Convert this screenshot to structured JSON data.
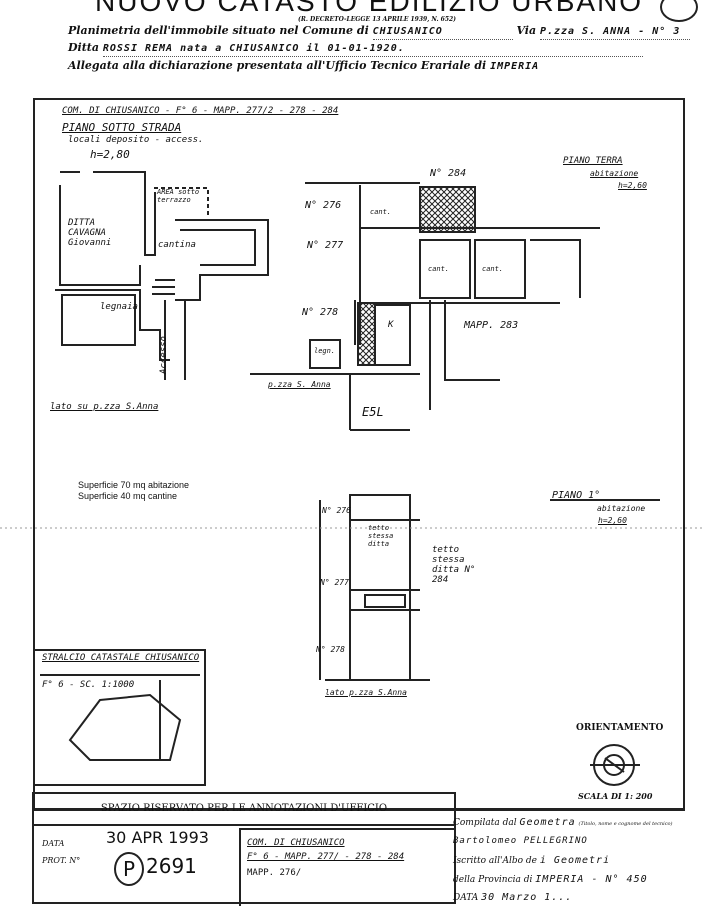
{
  "header": {
    "title": "NUOVO CATASTO EDILIZIO URBANO",
    "decree": "(R. DECRETO-LEGGE 13 APRILE 1939, N. 652)",
    "comune_label": "Planimetria dell'immobile situato nel Comune di",
    "comune_value": "CHIUSANICO",
    "via_label": "Via",
    "via_value": "P.zza S. ANNA - N° 3",
    "ditta_label": "Ditta",
    "ditta_value": "ROSSI REMA nata a CHIUSANICO il 01-01-1920.",
    "allegata_label": "Allegata alla dichiarazione presentata all'Ufficio Tecnico Erariale di",
    "allegata_value": "IMPERIA"
  },
  "plan": {
    "ref": "COM. DI CHIUSANICO - F° 6 - MAPP. 277/2 - 278 - 284",
    "basement": {
      "title": "PIANO SOTTO STRADA",
      "subtitle": "locali deposito - access.",
      "height": "h=2,80",
      "area_label": "AREA sotto terrazzo",
      "ditta": "DITTA CAVAGNA Giovanni",
      "cantina": "cantina",
      "legnaia": "legnaia",
      "accesso": "Accesso",
      "lato": "lato su p.zza S.Anna"
    },
    "ground": {
      "title": "PIANO TERRA",
      "subtitle": "abitazione",
      "height": "h=2,60",
      "n284": "N° 284",
      "n276": "N° 276",
      "n277": "N° 277",
      "n278": "N° 278",
      "cant": "cant.",
      "k": "K",
      "legnaia": "legn.",
      "mapp283": "MAPP. 283",
      "piazza": "p.zza S. Anna",
      "esc": "E5L"
    },
    "first": {
      "title": "PIANO 1°",
      "subtitle": "abitazione",
      "height": "h=2,60",
      "n276": "N° 276",
      "n277": "N° 277",
      "n278": "N° 278",
      "tetto1": "tetto stessa ditta",
      "tetto2": "tetto stessa ditta N° 284",
      "lato": "lato p.zza S.Anna"
    },
    "surface1": "Superficie 70 mq abitazione",
    "surface2": "Superficie 40 mq cantine",
    "stralcio": {
      "title": "STRALCIO CATASTALE CHIUSANICO",
      "sheet": "F° 6 - SC. 1:1000"
    },
    "orientation": "ORIENTAMENTO",
    "scale": "SCALA DI 1: 200"
  },
  "office": {
    "heading": "SPAZIO RISERVATO PER LE ANNOTAZIONI D'UFFICIO",
    "data_label": "DATA",
    "data_value": "30 APR 1993",
    "prot_label": "PROT. N°",
    "prot_value": "2691",
    "stamp": "P",
    "note1": "COM. DI CHIUSANICO",
    "note2": "F° 6 - MAPP. 277/ - 278 - 284",
    "note3": "MAPP. 276/"
  },
  "compiler": {
    "label": "Compilata dal",
    "role": "Geometra",
    "hint": "(Titolo, nome e cognome del tecnico)",
    "name": "Bartolomeo PELLEGRINO",
    "albo_label": "Iscritto all'Albo de",
    "albo_value": "i Geometri",
    "prov_label": "della Provincia di",
    "prov_value": "IMPERIA - N° 450",
    "date_label": "DATA",
    "date_value": "30 Marzo 1..."
  }
}
